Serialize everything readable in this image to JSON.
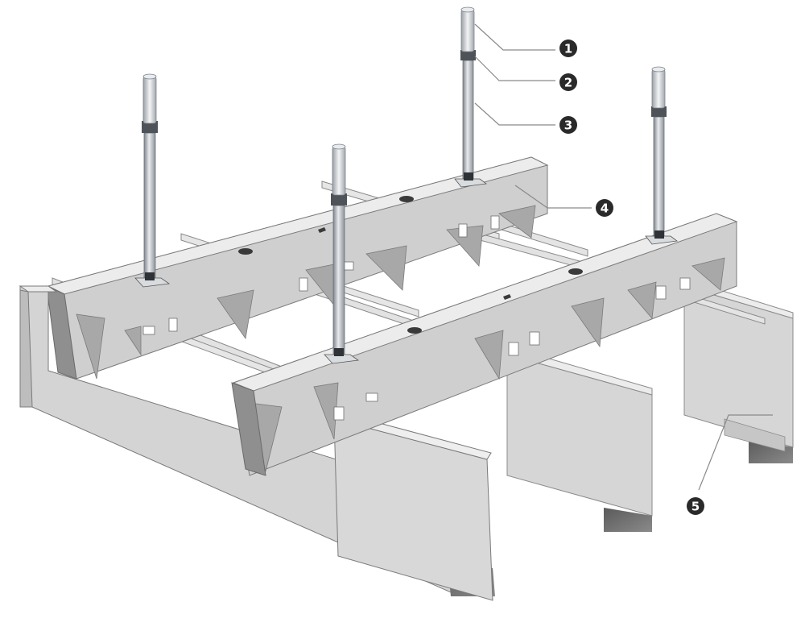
{
  "diagram": {
    "callouts": [
      {
        "id": "1",
        "label": "1"
      },
      {
        "id": "2",
        "label": "2"
      },
      {
        "id": "3",
        "label": "3"
      },
      {
        "id": "4",
        "label": "4"
      },
      {
        "id": "5",
        "label": "5"
      }
    ],
    "colors": {
      "background": "#ffffff",
      "panel_face": "#d4d4d4",
      "panel_light": "#e4e4e4",
      "panel_dark": "#9c9c9c",
      "panel_shadow": "#6e6e6e",
      "rod": "#b9bec4",
      "callout_fill": "#2a2a2a",
      "leader_line": "#8a8a8a"
    }
  }
}
